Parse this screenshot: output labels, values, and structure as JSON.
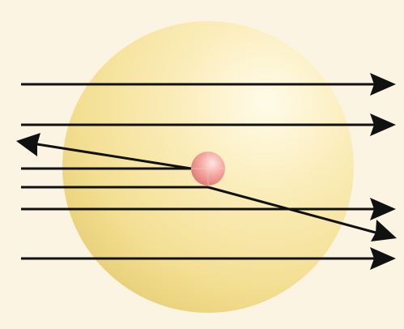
{
  "colors": {
    "background": "#fbf4e3",
    "atom_light": "#fffbe9",
    "atom_mid": "#f7e6a4",
    "atom_dark": "#e9cf78",
    "nucleus_light": "#ffe6e3",
    "nucleus_mid": "#f4a09b",
    "nucleus_dark": "#d9726d",
    "ray": "#111111"
  },
  "diagram": {
    "objects": [
      {
        "id": "atom",
        "icon": "large-sphere"
      },
      {
        "id": "nucleus",
        "icon": "small-sphere"
      }
    ],
    "rays": [
      {
        "id": "ray-1",
        "path": "straight-through"
      },
      {
        "id": "ray-2",
        "path": "straight-through"
      },
      {
        "id": "ray-3",
        "path": "back-scattered"
      },
      {
        "id": "ray-4",
        "path": "deflected-downward"
      },
      {
        "id": "ray-5",
        "path": "straight-through"
      },
      {
        "id": "ray-6",
        "path": "straight-through"
      }
    ]
  }
}
